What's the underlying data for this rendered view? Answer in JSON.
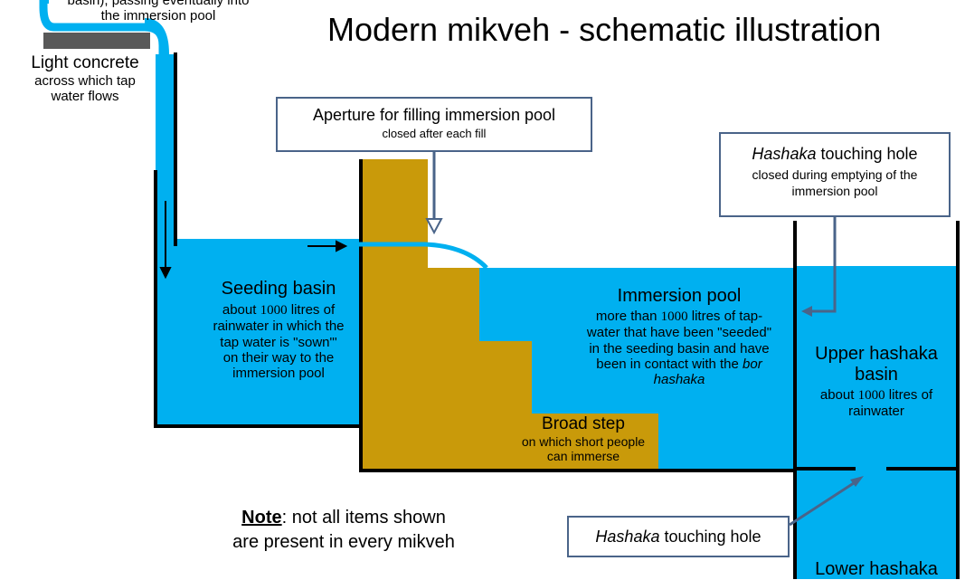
{
  "title": "Modern mikveh - schematic illustration",
  "top_left_text": {
    "line1": "basin), passing eventually into",
    "line2": "the immersion pool"
  },
  "light_concrete": {
    "title": "Light concrete",
    "sub1": "across which tap",
    "sub2": "water flows"
  },
  "aperture_box": {
    "title": "Aperture for filling immersion pool",
    "sub": "closed after each fill"
  },
  "hashaka_upper_box": {
    "title_italic": "Hashaka",
    "title_rest": " touching hole",
    "sub1": "closed during emptying of the",
    "sub2": "immersion pool"
  },
  "hashaka_lower_box": {
    "title_italic": "Hashaka",
    "title_rest": " touching hole"
  },
  "seeding_basin": {
    "title": "Seeding basin",
    "l1_pre": "about ",
    "l1_num": "1000",
    "l1_post": " litres of",
    "l2": "rainwater in which the",
    "l3": "tap water is \"sown\"'",
    "l4": "on their way to the",
    "l5": "immersion pool"
  },
  "immersion_pool": {
    "title": "Immersion pool",
    "l1_pre": "more than ",
    "l1_num": "1000",
    "l1_post": " litres of tap-",
    "l2": "water that have been \"seeded\"",
    "l3": "in the seeding basin and have",
    "l4_pre": "been in contact with the ",
    "l4_italic": "bor",
    "l5_italic": "hashaka"
  },
  "broad_step": {
    "title": "Broad step",
    "sub1": "on which short people",
    "sub2": "can immerse"
  },
  "upper_hashaka": {
    "title1": "Upper hashaka",
    "title2": "basin",
    "l1_pre": "about ",
    "l1_num": "1000",
    "l1_post": " litres of",
    "l2": "rainwater"
  },
  "lower_hashaka": {
    "title": "Lower hashaka"
  },
  "note": {
    "bold": "Note",
    "rest": ": not all items shown",
    "line2": "are present in every mikveh"
  },
  "colors": {
    "water": "#00b0f0",
    "concrete": "#c99a0a",
    "wall": "#000000",
    "box_border": "#4a6489",
    "arrow": "#4a6489",
    "slab": "#595959"
  }
}
